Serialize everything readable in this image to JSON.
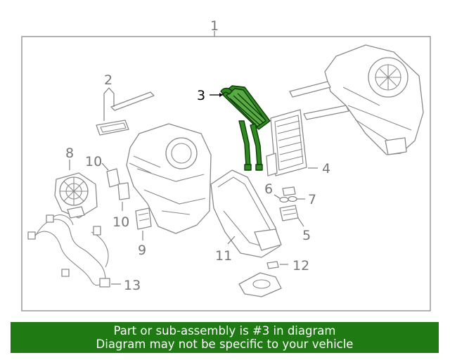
{
  "diagram": {
    "callouts": {
      "c1": "1",
      "c2": "2",
      "c3": "3",
      "c4": "4",
      "c5": "5",
      "c6": "6",
      "c7": "7",
      "c8": "8",
      "c9": "9",
      "c10a": "10",
      "c10b": "10",
      "c11": "11",
      "c12": "12",
      "c13": "13"
    },
    "highlight_part": "3",
    "colors": {
      "highlight": "#1f7a14",
      "line_art": "#8a8a8a",
      "banner": "#1f7a14"
    }
  },
  "banner": {
    "line1": "Part or sub-assembly is #3 in diagram",
    "line2": "Diagram may not be specific to your vehicle"
  }
}
